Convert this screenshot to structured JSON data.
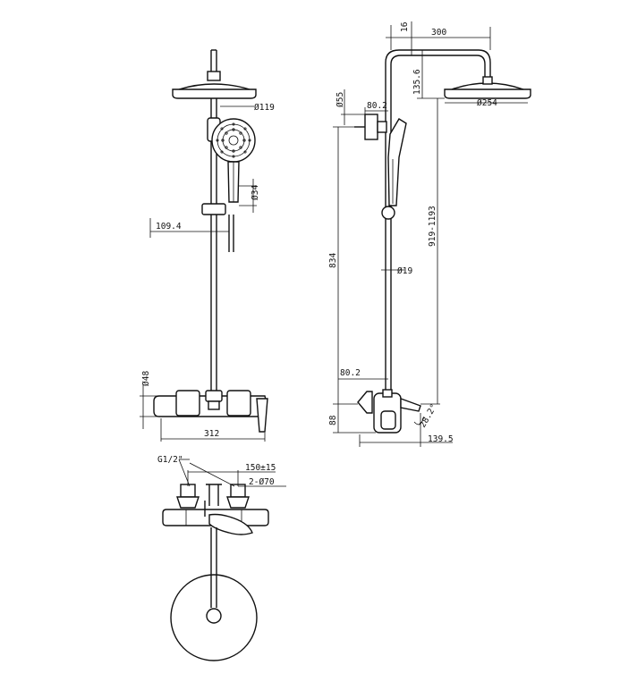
{
  "front_view": {
    "d_119": "Ø119",
    "d_34": "Ø34",
    "w_109_4": "109.4",
    "d_48": "Ø48",
    "w_312": "312"
  },
  "side_view": {
    "d_16": "16",
    "w_300": "300",
    "h_135_6": "135.6",
    "d_55": "Ø55",
    "w_80_2_top": "80.2",
    "d_254": "Ø254",
    "h_834": "834",
    "h_919_1193": "919-1193",
    "d_19": "Ø19",
    "w_80_2_bottom": "80.2",
    "h_88": "88",
    "a_28_2": "28.2°",
    "w_139_5": "139.5"
  },
  "top_view": {
    "thread": "G1/2\"",
    "w_150": "150±15",
    "d_70": "2-Ø70"
  }
}
